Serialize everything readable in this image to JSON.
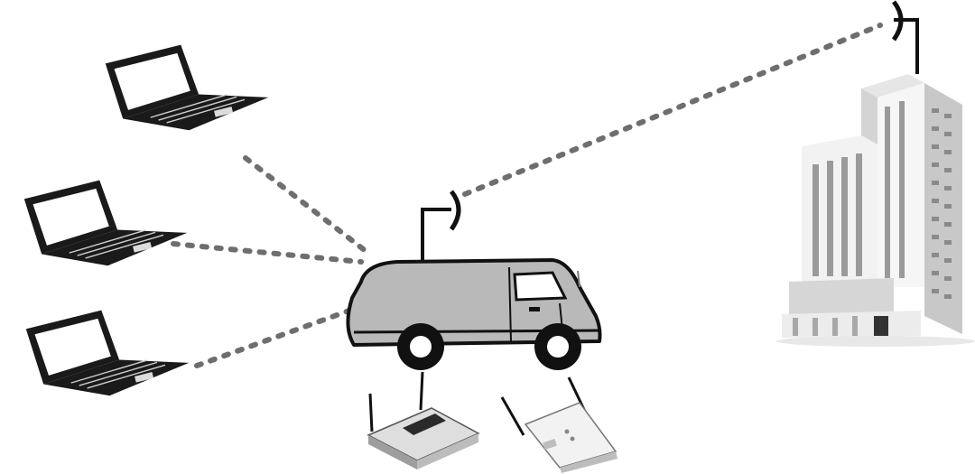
{
  "diagram": {
    "nodes": [
      {
        "id": "laptop-top",
        "kind": "laptop",
        "icon": "laptop-icon"
      },
      {
        "id": "laptop-middle",
        "kind": "laptop",
        "icon": "laptop-icon"
      },
      {
        "id": "laptop-bottom",
        "kind": "laptop",
        "icon": "laptop-icon"
      },
      {
        "id": "van",
        "kind": "vehicle",
        "icon": "van-icon"
      },
      {
        "id": "router-a",
        "kind": "wireless-router",
        "icon": "router-icon"
      },
      {
        "id": "router-b",
        "kind": "wireless-access-point",
        "icon": "access-point-icon"
      },
      {
        "id": "building",
        "kind": "office-building",
        "icon": "building-icon"
      }
    ],
    "links": [
      {
        "from": "laptop-top",
        "to": "van",
        "style": "dotted"
      },
      {
        "from": "laptop-middle",
        "to": "van",
        "style": "dotted"
      },
      {
        "from": "laptop-bottom",
        "to": "van",
        "style": "dotted"
      },
      {
        "from": "van",
        "to": "building",
        "style": "dotted"
      }
    ],
    "colors": {
      "link": "#6e6e6e",
      "outline": "#111111",
      "van_body": "#b9b9b9",
      "building_light": "#f2f2f2",
      "building_shade": "#c8c8c8",
      "window": "#9a9a9a"
    }
  }
}
